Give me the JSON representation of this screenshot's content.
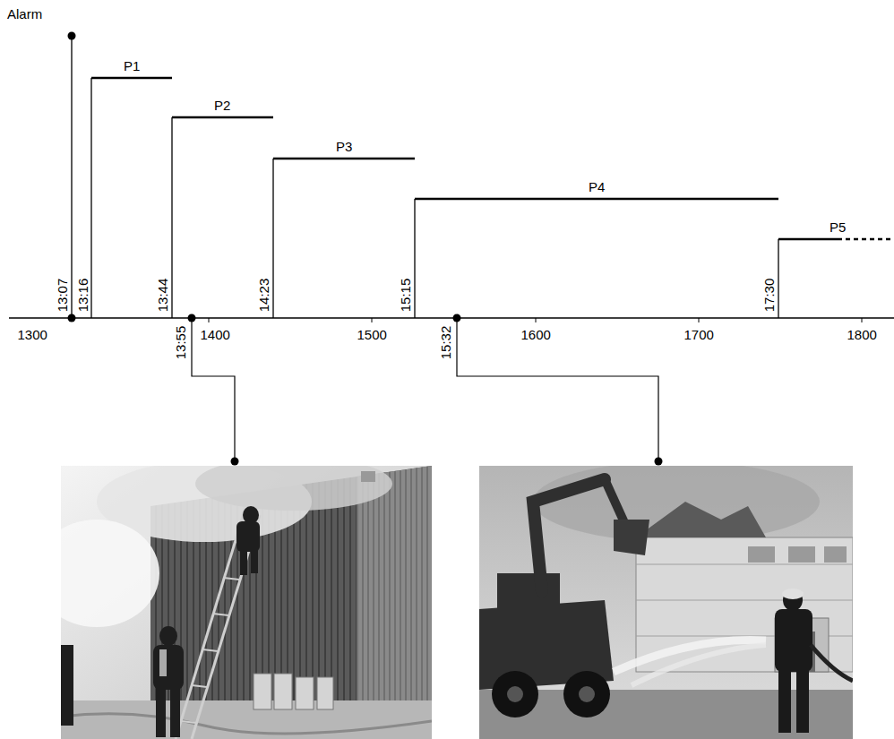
{
  "diagram": {
    "labels": [
      "Alarm",
      "P1",
      "P2",
      "P3",
      "P4",
      "P5",
      "13:07",
      "13:16",
      "13:44",
      "14:23",
      "15:15",
      "17:30",
      "13:55",
      "15:32",
      "1300",
      "1400",
      "1500",
      "1600",
      "1700",
      "1800"
    ]
  }
}
